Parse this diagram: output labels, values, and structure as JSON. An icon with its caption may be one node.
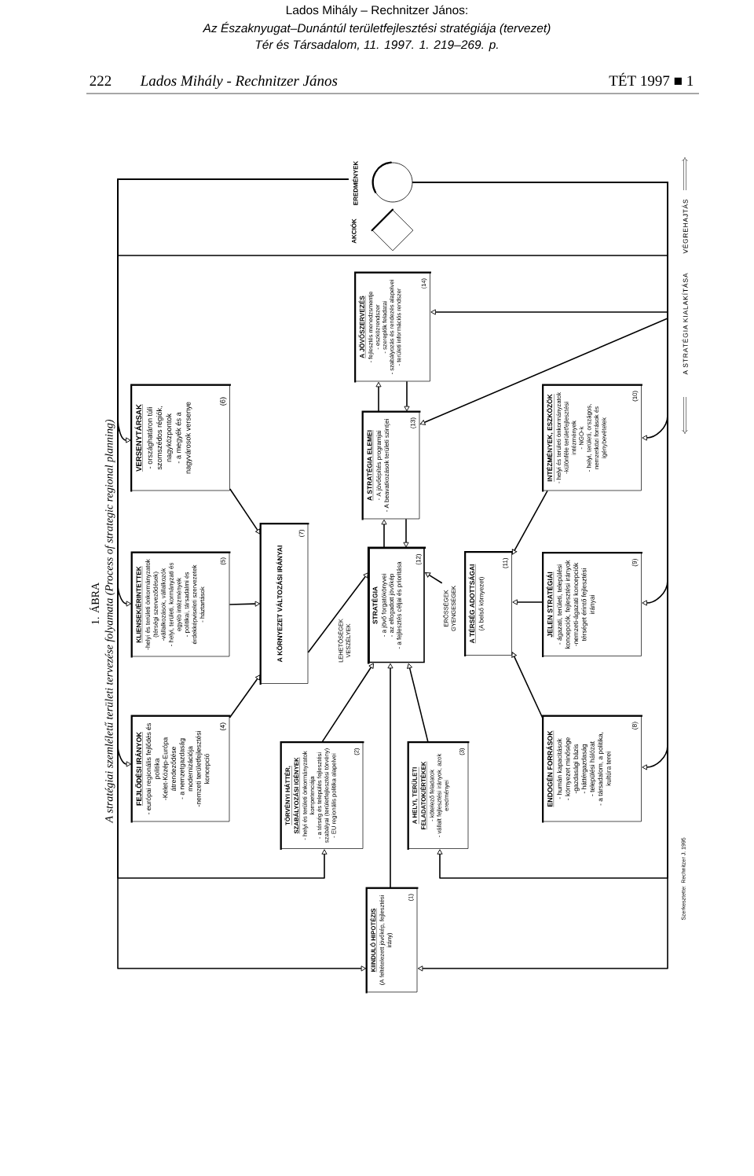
{
  "diagram": {
    "title": "A stratégiai szemléletű területi tervezése folyamata (Process of strategic regional planning)",
    "nodes": [
      {
        "text": [
          "KIINDULÓ HIPOTÉZIS",
          "(A feltételezett jövőkép, fejlesztési irány)",
          "(1)"
        ]
      },
      {
        "text": [
          "TÖRVÉNYI HÁTTÉR, SZABÁLYOZÁSI IGÉNYEK",
          "- helyi és területi önkormányzatok kompetenciája",
          "- a térség és település fejlesztési szabályai (területfejlesztési törvény)",
          "- EU regionális politika alapelvei",
          "(2)"
        ]
      },
      {
        "text": [
          "A HELYI, TERÜLETI FELADATOK/ÉRTÉKEK",
          "- kötelező feladatok",
          "- vállalt fejlesztési irányok, azok eredményei",
          "(3)"
        ]
      },
      {
        "text": [
          "FEJLŐDÉSI IRÁNYOK",
          "- európai regionális fejlődés és politika",
          "-Kelet-Közép-Európa átrendeződése",
          "- a nemzetgazdaság modernizációja",
          "-nemzeti területfejlesztési koncepció",
          "(4)"
        ]
      },
      {
        "text": [
          "KLIENSEK/ÉRINTETTEK",
          "-helyi és területi önkormányzatok (térségi szerveződések)",
          "-vállalkozások, vállalkozók",
          "- helyi, területi, kormányzati és egyéb intézmények",
          "- politikai, társadalmi és érdekképviseleti szervezetek",
          "- háztartások",
          "(5)"
        ]
      },
      {
        "text": [
          "VERSENYTÁRSAK",
          "- országhatáron túli szomszédos régiók, nagyközpontok",
          "- a megyék és a nagyvárosok versenye",
          "(6)"
        ]
      },
      {
        "text": [
          "A KÖRNYEZET VÁLTOZÁSI IRÁNYAI",
          "(7)"
        ]
      },
      {
        "text": [
          "ENDOGÉN FORRÁSOK",
          "- humán kapacitások",
          "- környezet minősége",
          "-gazdasági bázis",
          "- háttérgazdaság",
          "- települési hálózat",
          "- a társadalom, a politika, kultúra terei",
          "(8)"
        ]
      },
      {
        "text": [
          "JELEN STRATÉGIÁI",
          "- ágazati, területi, települési koncepciók, fejlesztési irányok",
          "-nemzeti-ágazati koncepciók térséget érintő fejlesztési irányai",
          "(9)"
        ]
      },
      {
        "text": [
          "INTÉZMÉNYEK, ESZKÖZÖK",
          "- helyi és területi önkormányzatok",
          "-különféle területfejlesztési intézmények",
          "- NGO-k",
          "- helyi, területi, országos, nemzetközi források és igénybevételek",
          "(10)"
        ]
      },
      {
        "text": [
          "A TÉRSÉG ADOTTSÁGAI",
          "(A belső környezet)",
          "(11)"
        ]
      },
      {
        "text": [
          "STRATÉGIA",
          "- a jövő forgatókönyvei",
          "- az elfogadott jövőkép",
          "- a fejlesztés céljai és prioritása",
          "(12)"
        ]
      },
      {
        "text": [
          "A STRATÉGIA ELEMEI",
          "- A jövőépítés programjai",
          "- A beavatkozások területi szintjei",
          "(13)"
        ]
      },
      {
        "text": [
          "A JÖVŐSZERVEZÉS",
          "- fejlesztés menedzsmentje",
          "- eszközrendszer",
          "- szereplők feladatai",
          "- szabályozás és rendezés alapelvei",
          "- területi információs rendszer",
          "(14)"
        ]
      },
      {
        "text": [
          "ERŐSSÉGEK GYENGESÉGEK"
        ]
      },
      {
        "text": [],
        "shape": "diamond",
        "beside": [
          "AKCIÓK"
        ]
      },
      {
        "text": [],
        "shape": "circle",
        "beside": [
          "EREDMÉNYEK"
        ]
      }
    ],
    "edges": [
      {
        "from": 3,
        "to": 6,
        "arrow": "to"
      },
      {
        "from": 4,
        "to": 6,
        "arrow": "to"
      },
      {
        "from": 5,
        "to": 6,
        "arrow": "to"
      },
      {
        "from": 6,
        "to": 11,
        "arrow": "to",
        "label": "LEHETŐSÉGEK VESZÉLYEK"
      },
      {
        "from": 1,
        "to": 11,
        "arrow": "to"
      },
      {
        "from": 0,
        "to": 11,
        "arrow": "to"
      },
      {
        "from": 2,
        "to": 11,
        "arrow": "to"
      },
      {
        "from": 14,
        "to": 11,
        "arrow": "to"
      },
      {
        "from": 9,
        "to": 10,
        "arrow": "to"
      },
      {
        "from": 8,
        "to": 10,
        "arrow": "to"
      },
      {
        "from": 7,
        "to": 10,
        "arrow": "to"
      },
      {
        "from": 11,
        "to": 12,
        "arrow": "to"
      },
      {
        "from": 12,
        "to": 11,
        "arrow": "to"
      },
      {
        "from": 12,
        "to": 13,
        "arrow": "to"
      },
      {
        "from": 13,
        "to": 12,
        "arrow": "to"
      },
      {
        "from": 16,
        "to": 13,
        "arrow": "to"
      },
      {
        "from": 16,
        "to": 12,
        "arrow": "to"
      },
      {
        "from": 16,
        "to": 9,
        "arrow": "to"
      },
      {
        "from": 16,
        "to": 8,
        "arrow": "to"
      },
      {
        "from": 16,
        "to": 7,
        "arrow": "to"
      },
      {
        "from": 16,
        "to": 2,
        "arrow": "to"
      },
      {
        "from": 16,
        "to": 0,
        "arrow": "to"
      },
      {
        "from": 16,
        "to": 5,
        "arrow": "to"
      },
      {
        "from": 16,
        "to": 4,
        "arrow": "to"
      },
      {
        "from": 16,
        "to": 3,
        "arrow": "to"
      },
      {
        "from": 16,
        "to": 1,
        "arrow": "to"
      },
      {
        "from": 16,
        "to": 0,
        "arrow": "to"
      }
    ],
    "labels": [
      "Lados Mihály – Rechnitzer János:",
      "Az Északnyugat–Dunántúl területfejlesztési stratégiája (tervezet)",
      "Tér és Társadalom, 11. 1997. 1. 219–269. p.",
      "222",
      "Lados Mihály - Rechnitzer János",
      "TÉT 1997 ■ 1",
      "1. ÁBRA",
      "A STRATÉGIA KIALAKÍTÁSA",
      "VÉGREHAJTÁS",
      "Szerkesztette: Rechnitzer J. 1995"
    ]
  }
}
